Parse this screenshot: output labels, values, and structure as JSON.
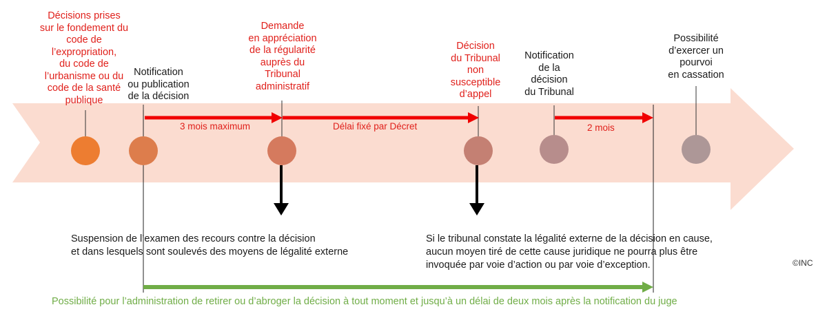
{
  "events": [
    {
      "text": "Décisions prises\nsur le fondement du\ncode de\nl’expropriation,\ndu code de\nl’urbanisme ou du\ncode de la santé\npublique",
      "color": "#ed7d31"
    },
    {
      "text": "Notification\nou publication\nde la décision",
      "color": "#dd7d4c"
    },
    {
      "text": "Demande\nen appréciation\nde la régularité\nauprès du\nTribunal\nadministratif",
      "color": "#d57a5e"
    },
    {
      "text": "Décision\ndu Tribunal\nnon\nsusceptible\nd’appel",
      "color": "#c48073"
    },
    {
      "text": "Notification\nde la\ndécision\ndu Tribunal",
      "color": "#b78d8c"
    },
    {
      "text": "Possibilité\nd’exercer un\npourvoi\nen cassation",
      "color": "#ad9797"
    }
  ],
  "delays": [
    {
      "text": "3 mois maximum"
    },
    {
      "text": "Délai fixé par Décret"
    },
    {
      "text": "2 mois"
    }
  ],
  "consequences": [
    {
      "text": "Suspension de l’examen des recours contre la décision\net dans lesquels sont soulevés des moyens de légalité externe"
    },
    {
      "text": "Si le tribunal constate la légalité externe de la décision en cause,\naucun moyen tiré de cette cause juridique ne pourra plus être\ninvoquée par voie d’action ou par voie d’exception."
    }
  ],
  "withdrawal_note": "Possibilité pour l’administration de retirer ou d’abroger la décision à tout moment et jusqu’à un délai de deux mois après la notification du juge",
  "copyright": "©INC",
  "colors": {
    "band": "#fbdcd0",
    "red_arrow": "#f00000",
    "green_arrow": "#70ad47",
    "red_text": "#e0201b",
    "black": "#000000"
  }
}
